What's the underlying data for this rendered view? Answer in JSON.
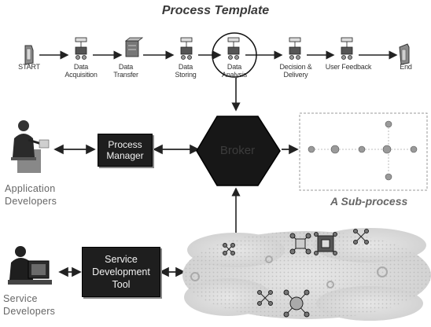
{
  "title": "Process Template",
  "template": {
    "steps": [
      {
        "id": "start",
        "label": "START"
      },
      {
        "id": "data-acquisition",
        "label": "Data Acquisition"
      },
      {
        "id": "data-transfer",
        "label": "Data Transfer"
      },
      {
        "id": "data-storing",
        "label": "Data Storing"
      },
      {
        "id": "data-analysis",
        "label": "Data Analysis"
      },
      {
        "id": "decision-delivery",
        "label": "Decision & Delivery"
      },
      {
        "id": "user-feedback",
        "label": "User Feedback"
      },
      {
        "id": "end",
        "label": "End"
      }
    ]
  },
  "process_manager": {
    "label": "Process Manager"
  },
  "broker": {
    "label": "Broker"
  },
  "service_dev_tool": {
    "label": "Service Development Tool"
  },
  "actors": {
    "application_developers": "Application Developers",
    "service_developers": "Service Developers"
  },
  "subprocess": {
    "label": "A Sub-process"
  }
}
